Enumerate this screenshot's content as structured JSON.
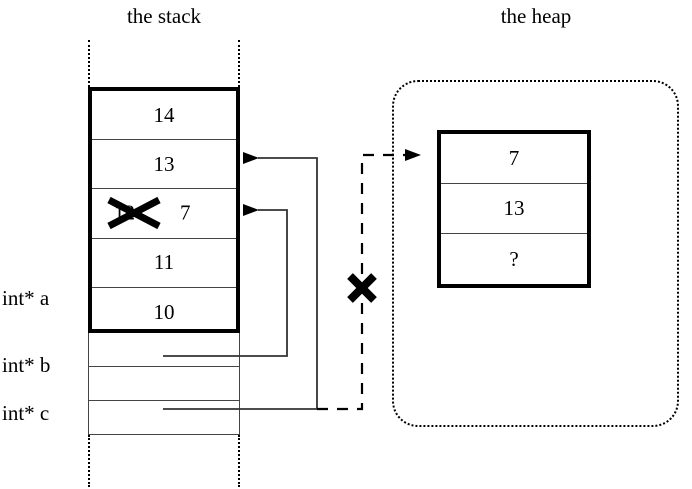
{
  "diagram": {
    "stack": {
      "title": "the stack",
      "array_cells": [
        {
          "value": "14"
        },
        {
          "value": "13"
        },
        {
          "value": "12",
          "struck": true,
          "replacement": "7"
        },
        {
          "value": "11"
        },
        {
          "value": "10"
        }
      ],
      "variables": [
        {
          "label": "int* a"
        },
        {
          "label": "int* b"
        },
        {
          "label": "int* c"
        }
      ]
    },
    "heap": {
      "title": "the heap",
      "block_cells": [
        {
          "value": "7"
        },
        {
          "value": "13"
        },
        {
          "value": "?"
        }
      ]
    },
    "connectors": [
      {
        "name": "b-to-stack-index2",
        "from": "int* b",
        "to": "stack cell 12/7",
        "style": "solid",
        "arrow": "left"
      },
      {
        "name": "c-to-stack-index1",
        "from": "int* c",
        "to": "stack cell 13",
        "style": "solid",
        "arrow": "left"
      },
      {
        "name": "c-to-heap-block",
        "from": "int* c",
        "to": "heap block cell 7",
        "style": "dashed",
        "arrow": "right",
        "invalidated": true
      }
    ],
    "marks": [
      {
        "name": "strikethrough-old-value",
        "target": "12"
      },
      {
        "name": "cancel-x-on-dashed-pointer",
        "target": "c-to-heap-block"
      }
    ],
    "colors": {
      "ink": "#000000",
      "background": "#ffffff",
      "thin_rule": "#444444"
    }
  }
}
